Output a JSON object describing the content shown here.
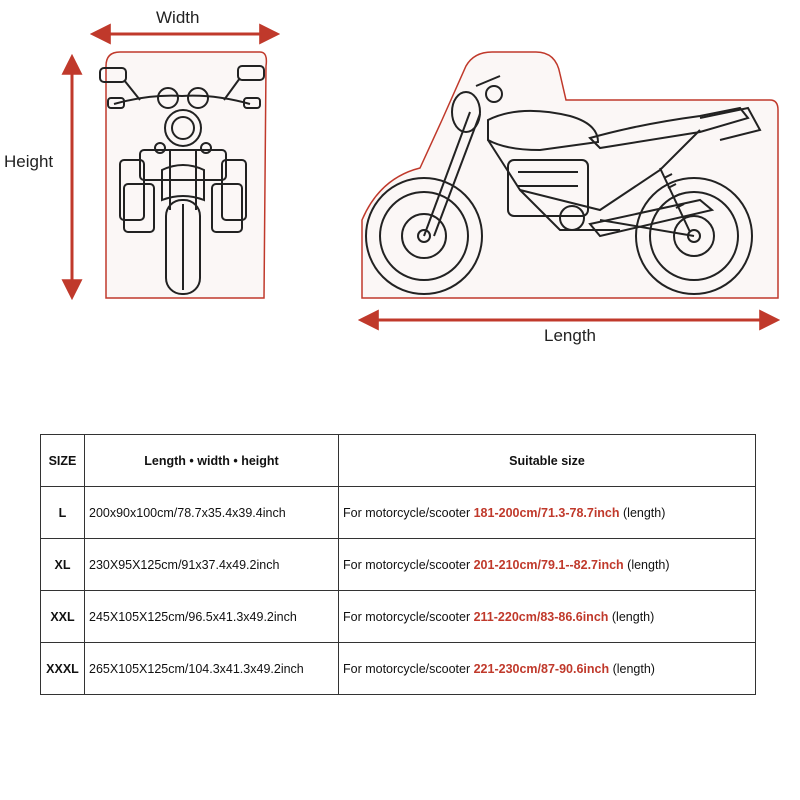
{
  "labels": {
    "width": "Width",
    "height": "Height",
    "length": "Length"
  },
  "colors": {
    "accent": "#c0392b",
    "outline": "#222222"
  },
  "table": {
    "headers": {
      "size": "SIZE",
      "dimensions": "Length • width • height",
      "suitable": "Suitable size"
    },
    "rows": [
      {
        "size": "L",
        "dimensions": "200x90x100cm/78.7x35.4x39.4inch",
        "prefix": "For motorcycle/scooter ",
        "range": "181-200cm/71.3-78.7inch",
        "suffix": " (length)"
      },
      {
        "size": "XL",
        "dimensions": "230X95X125cm/91x37.4x49.2inch",
        "prefix": "For motorcycle/scooter ",
        "range": "201-210cm/79.1--82.7inch",
        "suffix": " (length)"
      },
      {
        "size": "XXL",
        "dimensions": "245X105X125cm/96.5x41.3x49.2inch",
        "prefix": "For motorcycle/scooter ",
        "range": "211-220cm/83-86.6inch",
        "suffix": " (length)"
      },
      {
        "size": "XXXL",
        "dimensions": "265X105X125cm/104.3x41.3x49.2inch",
        "prefix": "For motorcycle/scooter ",
        "range": "221-230cm/87-90.6inch",
        "suffix": " (length)"
      }
    ]
  }
}
